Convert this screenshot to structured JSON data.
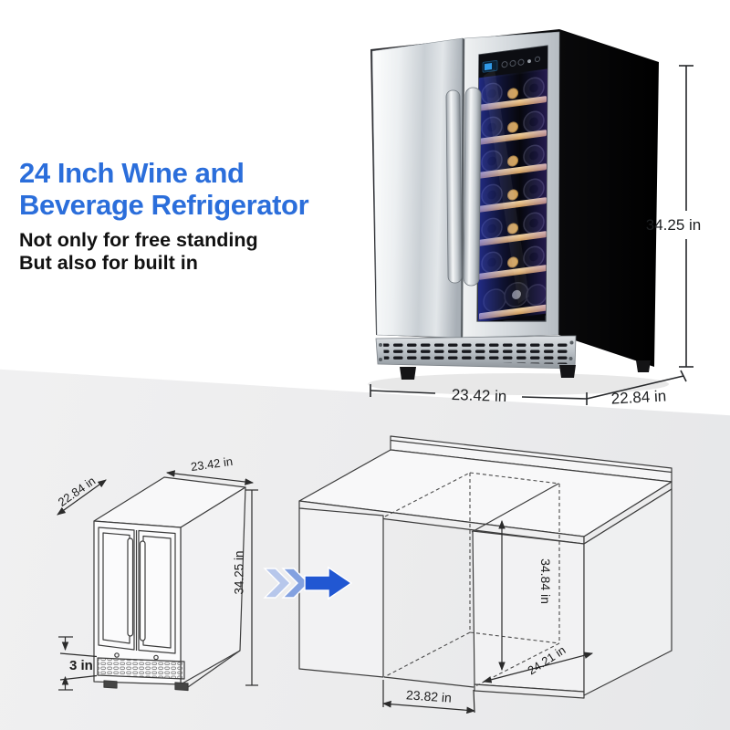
{
  "headline": {
    "title_lines": [
      "24 Inch Wine and",
      "Beverage Refrigerator"
    ],
    "subtitle_lines": [
      "Not only for free standing",
      "But also for built in"
    ],
    "title_color": "#2b6edb",
    "subtitle_color": "#111111"
  },
  "hero": {
    "height_label": "34.25 in",
    "width_label": "23.42 in",
    "depth_label": "22.84 in"
  },
  "freestanding_diagram": {
    "depth_label": "22.84 in",
    "width_label": "23.42 in",
    "height_label": "34.25 in",
    "vent_height_label": "3 in"
  },
  "builtin_diagram": {
    "cutout_height_label": "34.84 in",
    "cutout_depth_label": "24.21 in",
    "cutout_width_label": "23.82 in"
  },
  "icons": {
    "arrow_right": {
      "color": "#2157d2",
      "chevron_light": "#b7c7eb",
      "chevron_mid": "#83a1e0"
    }
  },
  "colors": {
    "floor": "#ececed",
    "led_glow": "#3c50ff",
    "wood_shelf": "#e3b97f",
    "line_color": "#3c3c3c"
  }
}
